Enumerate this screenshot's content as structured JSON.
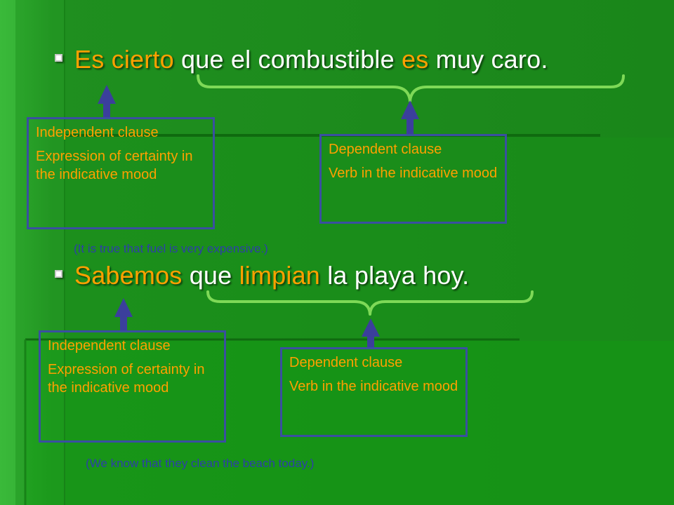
{
  "examples": [
    {
      "sentence": [
        {
          "text": "Es cierto",
          "highlight": true
        },
        {
          "text": " que el combustible ",
          "highlight": false
        },
        {
          "text": "es",
          "highlight": true
        },
        {
          "text": " muy caro.",
          "highlight": false
        }
      ],
      "independent_box": {
        "title": "Independent clause",
        "description": "Expression of certainty in the indicative mood"
      },
      "dependent_box": {
        "title": "Dependent clause",
        "description": "Verb in the indicative mood"
      },
      "translation": "(It is true that fuel is very expensive.)"
    },
    {
      "sentence": [
        {
          "text": "Sabemos",
          "highlight": true
        },
        {
          "text": " que ",
          "highlight": false
        },
        {
          "text": "limpian",
          "highlight": true
        },
        {
          "text": " la playa hoy.",
          "highlight": false
        }
      ],
      "independent_box": {
        "title": "Independent clause",
        "description": "Expression of certainty in the indicative mood"
      },
      "dependent_box": {
        "title": "Dependent clause",
        "description": "Verb in the indicative mood"
      },
      "translation": "(We know that they clean the beach today.)"
    }
  ],
  "colors": {
    "background": "#1e8a1e",
    "highlight": "#ffa000",
    "text": "#ffffff",
    "box_border": "#3a4fa0",
    "arrow": "#3b3f9c",
    "brace": "#7ed957",
    "translation": "#2d3fa8"
  }
}
